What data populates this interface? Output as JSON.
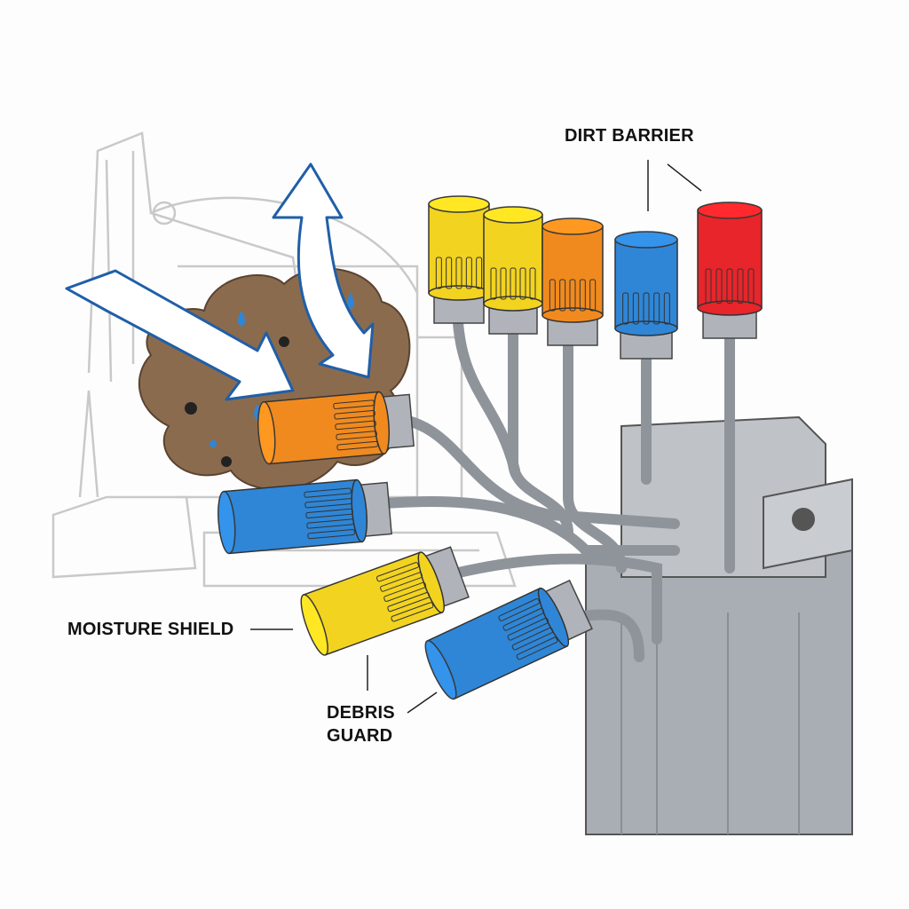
{
  "labels": {
    "dirt_barrier": "DIRT BARRIER",
    "moisture_shield": "MOISTURE SHIELD",
    "debris_guard_line1": "DEBRIS",
    "debris_guard_line2": "GUARD"
  },
  "colors": {
    "yellow": "#f2d320",
    "orange": "#f08a1e",
    "blue": "#2f86d6",
    "red": "#e8252a",
    "steel": "#a9adb4",
    "dirt": "#8b6b4e",
    "arrow_outline": "#1f5fa8",
    "excavator_outline": "#c8c8c8"
  }
}
